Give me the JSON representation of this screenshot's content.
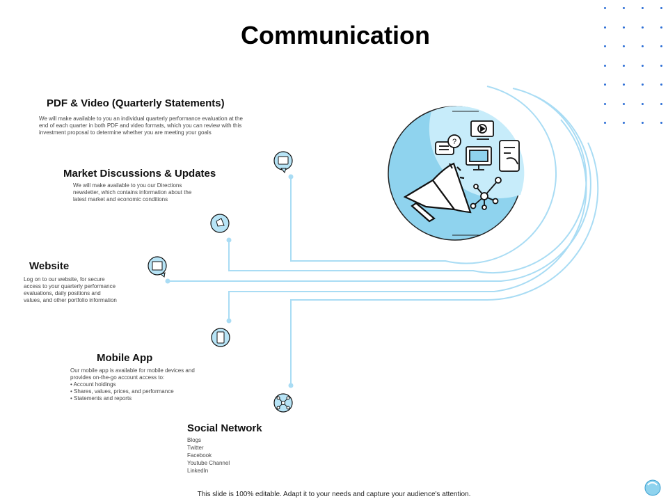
{
  "title": "Communication",
  "items": [
    {
      "heading": "PDF & Video (Quarterly Statements)",
      "lines": [
        "We will make available to you an individual quarterly performance evaluation at the",
        "end of each quarter in both PDF and video formats, which you can review with this",
        "investment proposal to determine whether you are meeting your goals"
      ]
    },
    {
      "heading": "Market Discussions & Updates",
      "lines": [
        "We will make available to you our Directions",
        "newsletter, which contains information about the",
        "latest market and economic conditions"
      ]
    },
    {
      "heading": "Website",
      "lines": [
        "Log on to our website, for secure",
        "access to your quarterly performance",
        "evaluations, daily positions and",
        "values, and other portfolio information"
      ]
    },
    {
      "heading": "Mobile App",
      "lines": [
        "Our mobile app is available for mobile devices and",
        "provides on-the-go account access to:",
        "• Account holdings",
        "• Shares, values, prices, and performance",
        "• Statements and reports"
      ]
    },
    {
      "heading": "Social Network",
      "lines": [
        "Blogs",
        "Twitter",
        "Facebook",
        "Youtube Channel",
        "LinkedIn"
      ]
    }
  ],
  "footer": "This slide is 100% editable. Adapt it to your needs and capture your audience's attention.",
  "colors": {
    "accent_blue": "#2e6fd6",
    "connector_line": "#a9dcf4",
    "circle_fill": "#8fd3ee",
    "circle_inner": "#c7ecfa",
    "icon_fill": "#b7e4f6"
  },
  "icons": [
    "monitor-icon",
    "megaphone-icon",
    "video-icon",
    "chat-bubble-icon",
    "question-icon",
    "computer-icon",
    "smartphone-icon",
    "network-icon"
  ]
}
